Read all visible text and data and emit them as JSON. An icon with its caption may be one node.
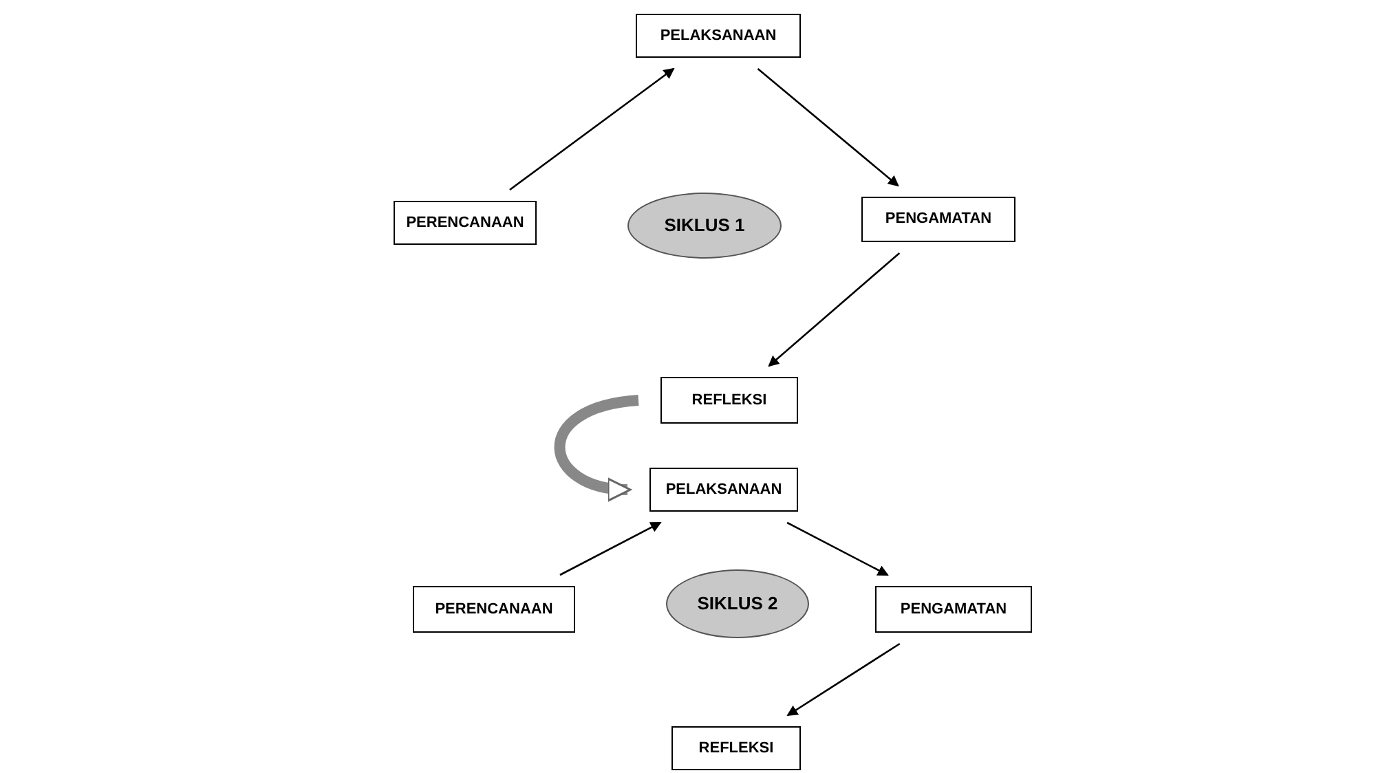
{
  "diagram": {
    "nodes": [
      {
        "text": [
          "PELAKSANAAN"
        ]
      },
      {
        "text": [
          "PERENCANAAN"
        ]
      },
      {
        "text": [
          "SIKLUS 1"
        ]
      },
      {
        "text": [
          "PENGAMATAN"
        ]
      },
      {
        "text": [
          "REFLEKSI"
        ]
      },
      {
        "text": [
          "PELAKSANAAN"
        ]
      },
      {
        "text": [
          "PERENCANAAN"
        ]
      },
      {
        "text": [
          "SIKLUS 2"
        ]
      },
      {
        "text": [
          "PENGAMATAN"
        ]
      },
      {
        "text": [
          "REFLEKSI"
        ]
      }
    ],
    "edges": [
      {
        "from": 1,
        "to": 0,
        "arrow": "to"
      },
      {
        "from": 0,
        "to": 3,
        "arrow": "to"
      },
      {
        "from": 3,
        "to": 4,
        "arrow": "to"
      },
      {
        "from": 4,
        "to": 5,
        "arrow": "to",
        "style": "thick",
        "color": "#888888"
      },
      {
        "from": 6,
        "to": 5,
        "arrow": "to"
      },
      {
        "from": 5,
        "to": 8,
        "arrow": "to"
      },
      {
        "from": 8,
        "to": 9,
        "arrow": "to"
      }
    ]
  }
}
